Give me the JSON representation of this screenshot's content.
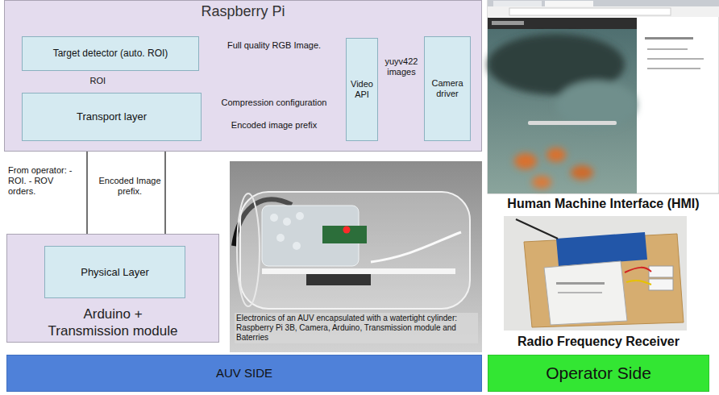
{
  "diagram": {
    "nodes": [
      {
        "text": [
          "Raspberry Pi"
        ]
      },
      {
        "text": [
          "Target detector (auto. ROI)"
        ],
        "in": 0
      },
      {
        "text": [
          "Transport layer"
        ],
        "in": 0
      },
      {
        "text": [
          "Video API"
        ],
        "in": 0
      },
      {
        "text": [
          "Camera driver"
        ],
        "in": 0
      },
      {
        "text": [
          "Arduino + Transmission module"
        ]
      },
      {
        "text": [
          "Physical Layer"
        ],
        "in": 5
      },
      {
        "text": [
          "AUV SIDE"
        ]
      },
      {
        "text": [
          "Operator Side"
        ]
      }
    ],
    "edges": [
      {
        "from": 3,
        "to": 1,
        "arrow": "to",
        "label": "Full quality RGB Image."
      },
      {
        "from": 4,
        "to": 3,
        "arrow": "to",
        "label": "yuyv422 images"
      },
      {
        "from": 1,
        "to": 2,
        "arrow": "to",
        "label": "ROI"
      },
      {
        "from": 2,
        "to": 3,
        "arrow": "to",
        "label": "Compression configuration"
      },
      {
        "from": 3,
        "to": 2,
        "arrow": "to",
        "label": "Encoded image prefix"
      },
      {
        "from": 6,
        "to": 2,
        "arrow": "to",
        "label": "From operator: - ROI. - ROV orders."
      },
      {
        "from": 2,
        "to": 6,
        "arrow": "to",
        "label": "Encoded Image prefix."
      }
    ],
    "labels": [
      "Electronics of an AUV encapsulated with a watertight cylinder: Raspberry Pi 3B, Camera, Arduino, Transmission module and Baterries",
      "Human Machine Interface (HMI)",
      "Radio Frequency Receiver"
    ]
  }
}
